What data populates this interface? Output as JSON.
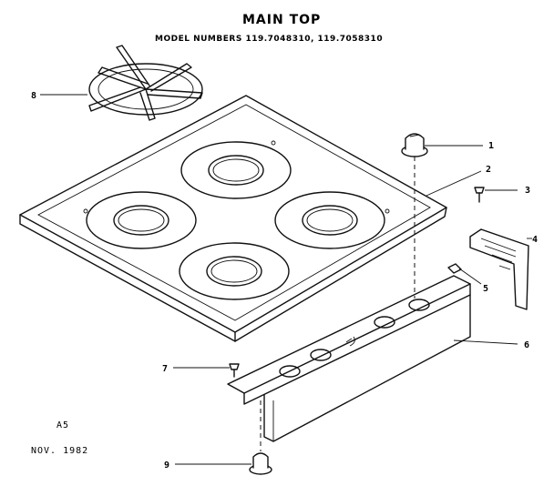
{
  "header": {
    "title": "MAIN TOP",
    "subtitle": "MODEL NUMBERS 119.7048310, 119.7058310"
  },
  "callouts": [
    "1",
    "2",
    "3",
    "4",
    "5",
    "6",
    "7",
    "8",
    "9"
  ],
  "footer": {
    "code": "A5",
    "date": "NOV. 1982"
  }
}
